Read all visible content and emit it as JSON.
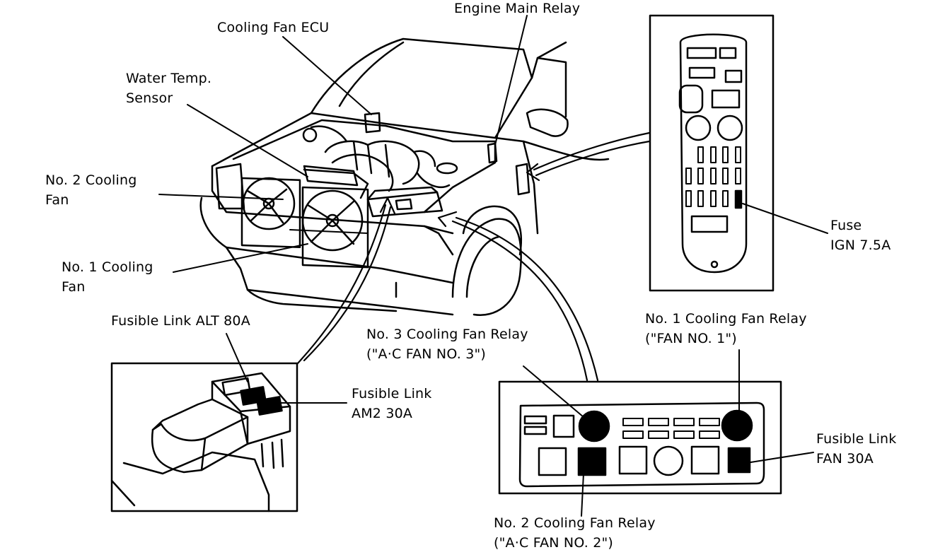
{
  "labels": {
    "engine_main_relay": "Engine Main Relay",
    "cooling_fan_ecu": "Cooling Fan ECU",
    "water_temp_sensor": [
      "Water Temp.",
      "Sensor"
    ],
    "no2_cooling_fan": [
      "No. 2 Cooling",
      "Fan"
    ],
    "no1_cooling_fan": [
      "No. 1 Cooling",
      "Fan"
    ],
    "fusible_link_alt": "Fusible Link ALT 80A",
    "no3_cooling_fan_relay": [
      "No. 3 Cooling Fan Relay",
      "(\"A·C FAN NO. 3\")"
    ],
    "no1_cooling_fan_relay": [
      "No. 1 Cooling Fan Relay",
      "(\"FAN NO. 1\")"
    ],
    "fusible_link_am2": [
      "Fusible Link",
      "AM2 30A"
    ],
    "fusible_link_fan": [
      "Fusible Link",
      "FAN 30A"
    ],
    "no2_cooling_fan_relay": [
      "No. 2 Cooling Fan Relay",
      "(\"A·C FAN NO. 2\")"
    ],
    "fuse_ign": [
      "Fuse",
      "IGN 7.5A"
    ]
  },
  "colors": {
    "ink": "#000000",
    "paper": "#ffffff"
  }
}
